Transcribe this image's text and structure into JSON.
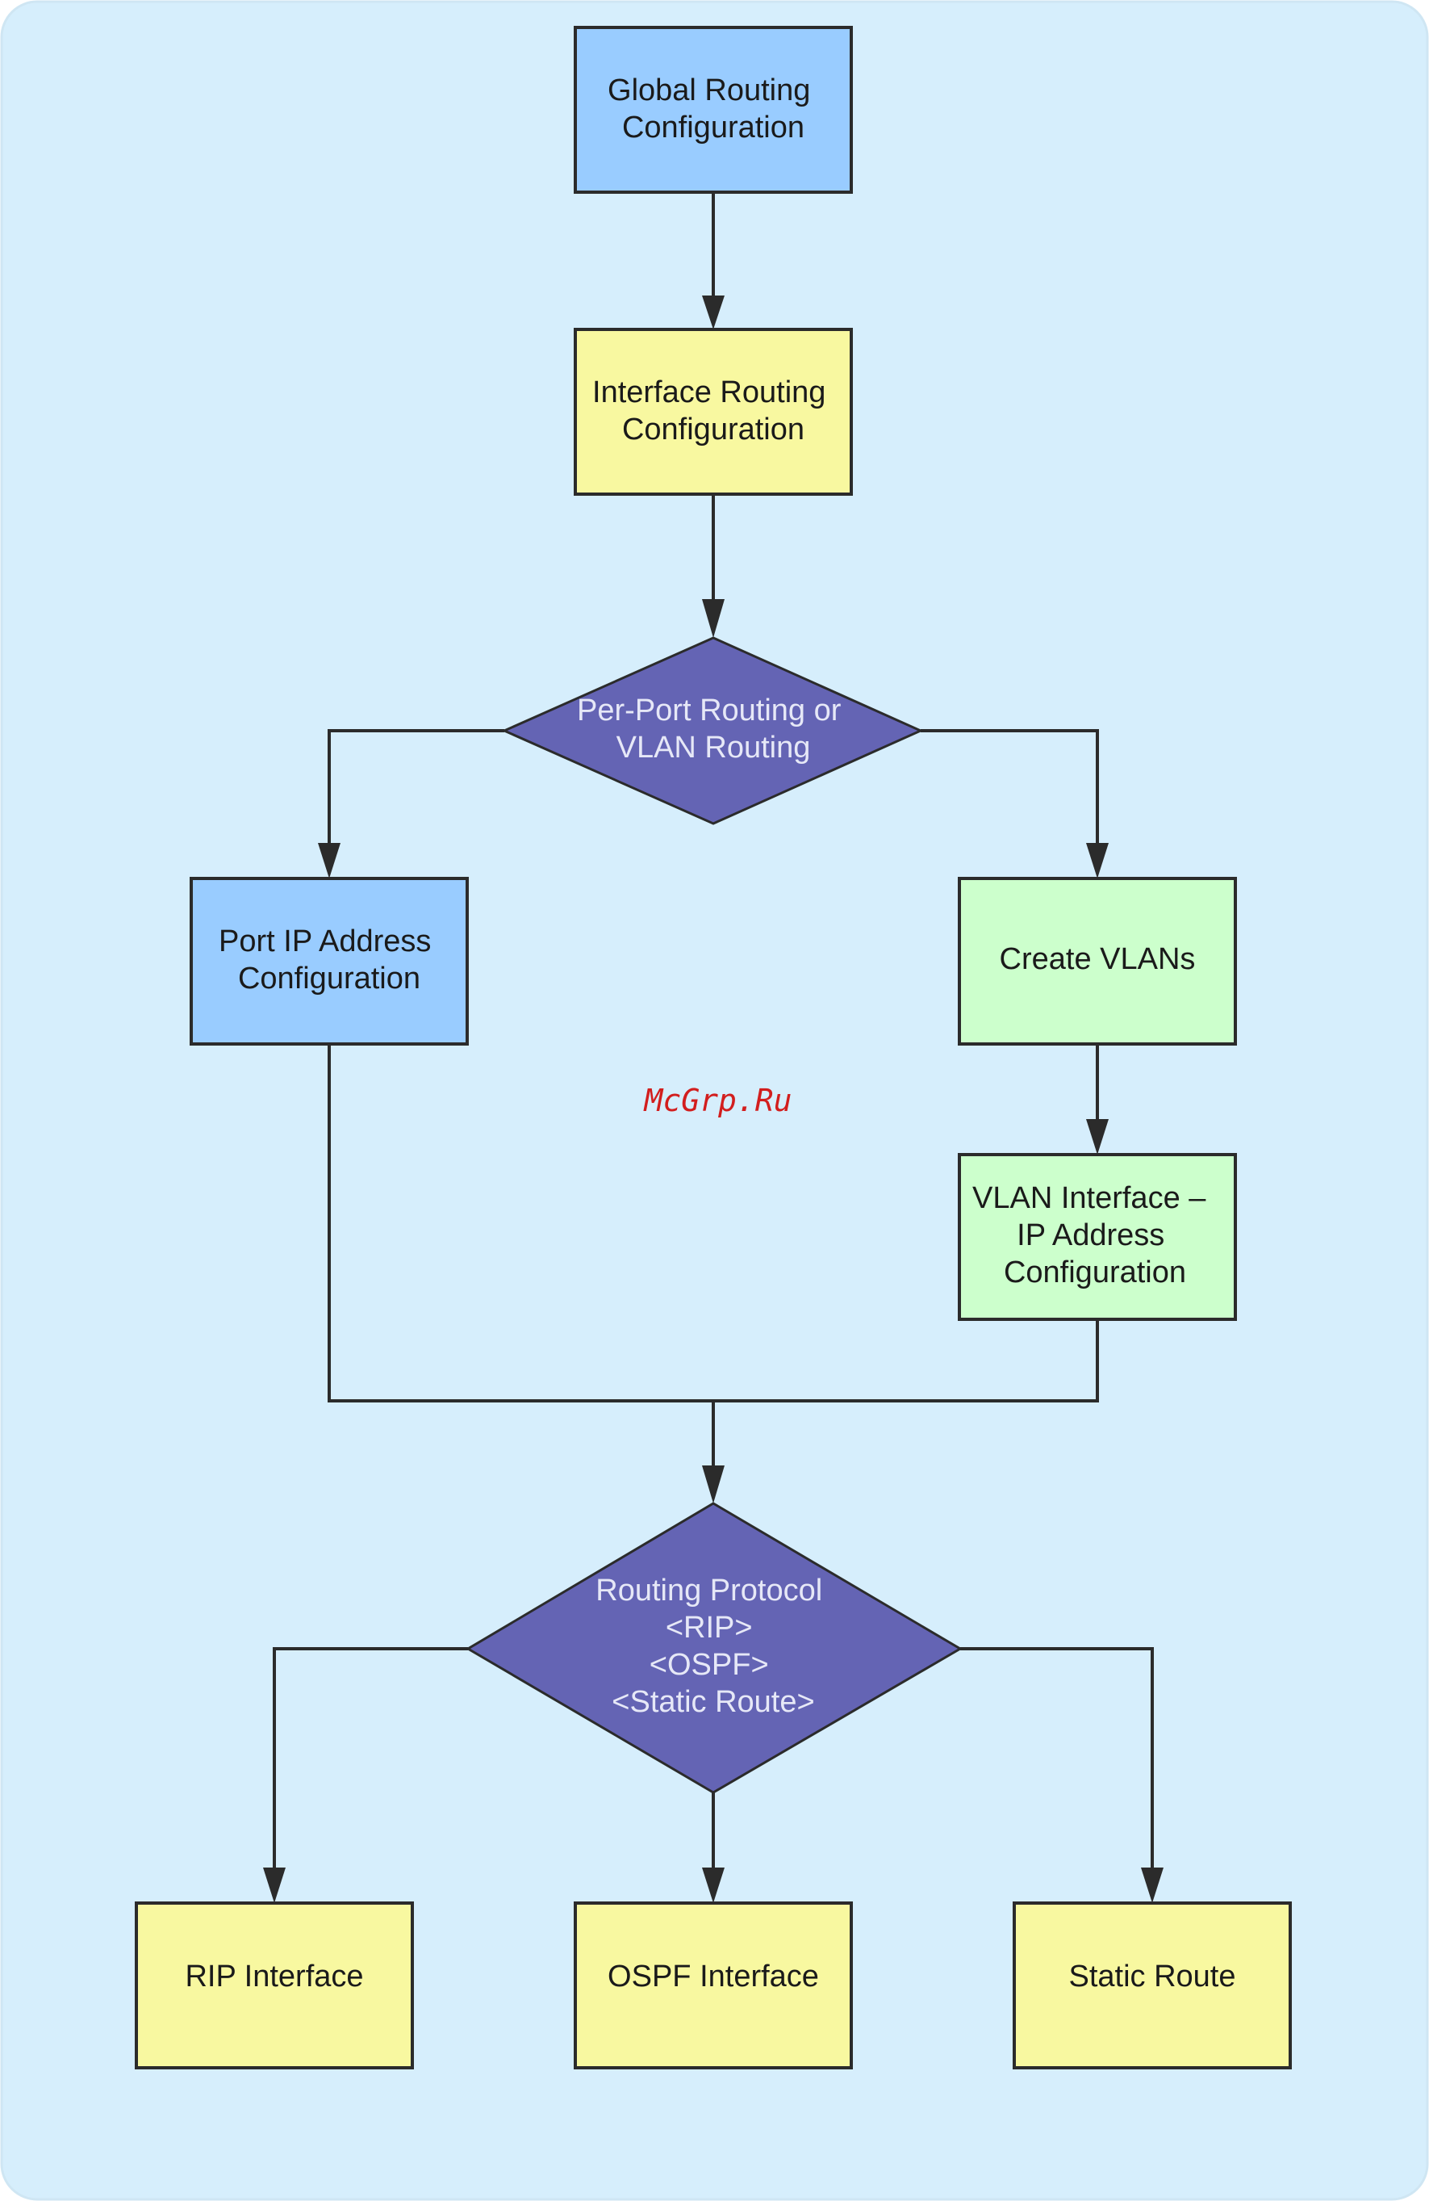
{
  "nodes": {
    "global_routing": {
      "lines": [
        "Global Routing",
        "Configuration"
      ],
      "fill": "#99ccff"
    },
    "interface_routing": {
      "lines": [
        "Interface Routing",
        "Configuration"
      ],
      "fill": "#f8f8a0"
    },
    "decision_routing_type": {
      "lines": [
        "Per-Port Routing or",
        "VLAN Routing"
      ],
      "fill": "#6464b4"
    },
    "port_ip": {
      "lines": [
        "Port IP Address",
        "Configuration"
      ],
      "fill": "#99ccff"
    },
    "create_vlans": {
      "lines": [
        "Create VLANs"
      ],
      "fill": "#ccffcc"
    },
    "vlan_interface_ip": {
      "lines": [
        "VLAN Interface  –",
        "IP Address",
        "Configuration"
      ],
      "fill": "#ccffcc"
    },
    "decision_protocol": {
      "lines": [
        "Routing Protocol",
        "<RIP>",
        "<OSPF>",
        "<Static Route>"
      ],
      "fill": "#6464b4"
    },
    "rip_interface": {
      "lines": [
        "RIP Interface"
      ],
      "fill": "#f8f8a0"
    },
    "ospf_interface": {
      "lines": [
        "OSPF Interface"
      ],
      "fill": "#f8f8a0"
    },
    "static_route": {
      "lines": [
        "Static Route"
      ],
      "fill": "#f8f8a0"
    }
  },
  "watermark": "McGrp.Ru",
  "colors": {
    "background": "#d6eefc",
    "stroke": "#2b2b2b",
    "watermark": "#d21e1e"
  }
}
